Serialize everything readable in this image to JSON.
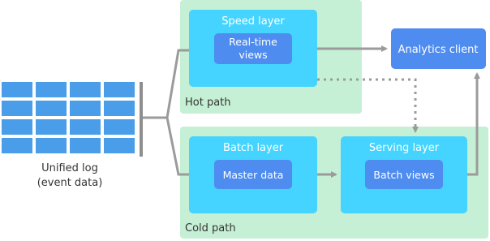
{
  "log": {
    "label_line1": "Unified log",
    "label_line2": "(event data)",
    "cell_color": "#4a9de8",
    "bar_color": "#8e8e8e"
  },
  "hot_path": {
    "label": "Hot path",
    "speed_layer": {
      "title": "Speed layer",
      "box": {
        "line1": "Real-time",
        "line2": "views"
      }
    }
  },
  "cold_path": {
    "label": "Cold path",
    "batch_layer": {
      "title": "Batch layer",
      "box": "Master data"
    },
    "serving_layer": {
      "title": "Serving layer",
      "box": "Batch views"
    }
  },
  "analytics_client": "Analytics client",
  "colors": {
    "path_bg": "#c6f0d5",
    "layer_bg": "#44d4ff",
    "inner_box": "#4f8cf0",
    "analytics": "#4f8cf0",
    "arrow": "#9b9b9b",
    "text_dark": "#333333",
    "text_light": "#ffffff"
  }
}
